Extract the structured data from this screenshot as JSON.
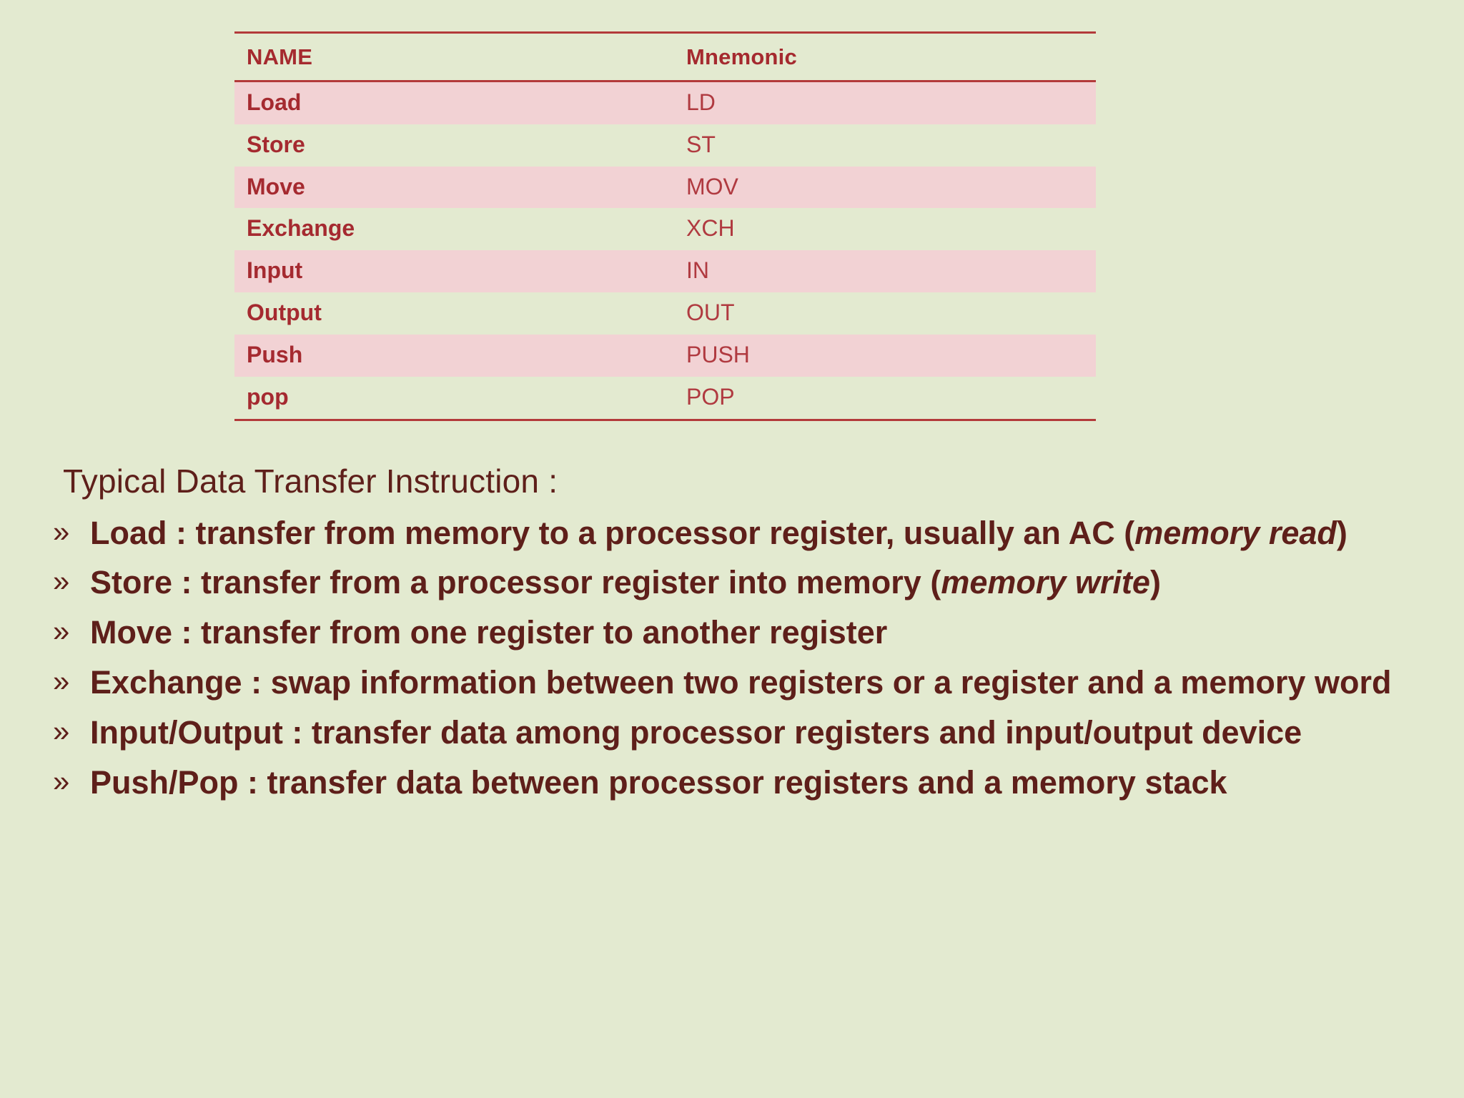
{
  "theme": {
    "background": "#e3ead0",
    "table_rule": "#b33a3a",
    "header_text": "#a52a2f",
    "row_alt_bg": "#f2d2d4",
    "name_text": "#a52a30",
    "mnemonic_text": "#b03a40",
    "body_text": "#5e1f1a"
  },
  "table": {
    "columns": [
      "NAME",
      "Mnemonic"
    ],
    "rows": [
      {
        "name": "Load",
        "mnemonic": "LD"
      },
      {
        "name": "Store",
        "mnemonic": "ST"
      },
      {
        "name": "Move",
        "mnemonic": "MOV"
      },
      {
        "name": "Exchange",
        "mnemonic": "XCH"
      },
      {
        "name": "Input",
        "mnemonic": "IN"
      },
      {
        "name": "Output",
        "mnemonic": "OUT"
      },
      {
        "name": "Push",
        "mnemonic": "PUSH"
      },
      {
        "name": "pop",
        "mnemonic": "POP"
      }
    ]
  },
  "content": {
    "lead": "Typical Data Transfer Instruction :",
    "bullet_marker": "»",
    "bullets": [
      {
        "plain_before": "Load : transfer from memory to a processor register, usually an AC (",
        "italic": "memory read",
        "plain_after": ")"
      },
      {
        "plain_before": "Store : transfer from a processor register into memory (",
        "italic": "memory write",
        "plain_after": ")"
      },
      {
        "plain_before": "Move : transfer from one register to another register",
        "italic": "",
        "plain_after": ""
      },
      {
        "plain_before": "Exchange : swap information between two registers or a register and a memory word",
        "italic": "",
        "plain_after": ""
      },
      {
        "plain_before": "Input/Output : transfer data among processor registers and input/output device",
        "italic": "",
        "plain_after": ""
      },
      {
        "plain_before": "Push/Pop : transfer data between processor registers and a memory stack",
        "italic": "",
        "plain_after": ""
      }
    ]
  }
}
